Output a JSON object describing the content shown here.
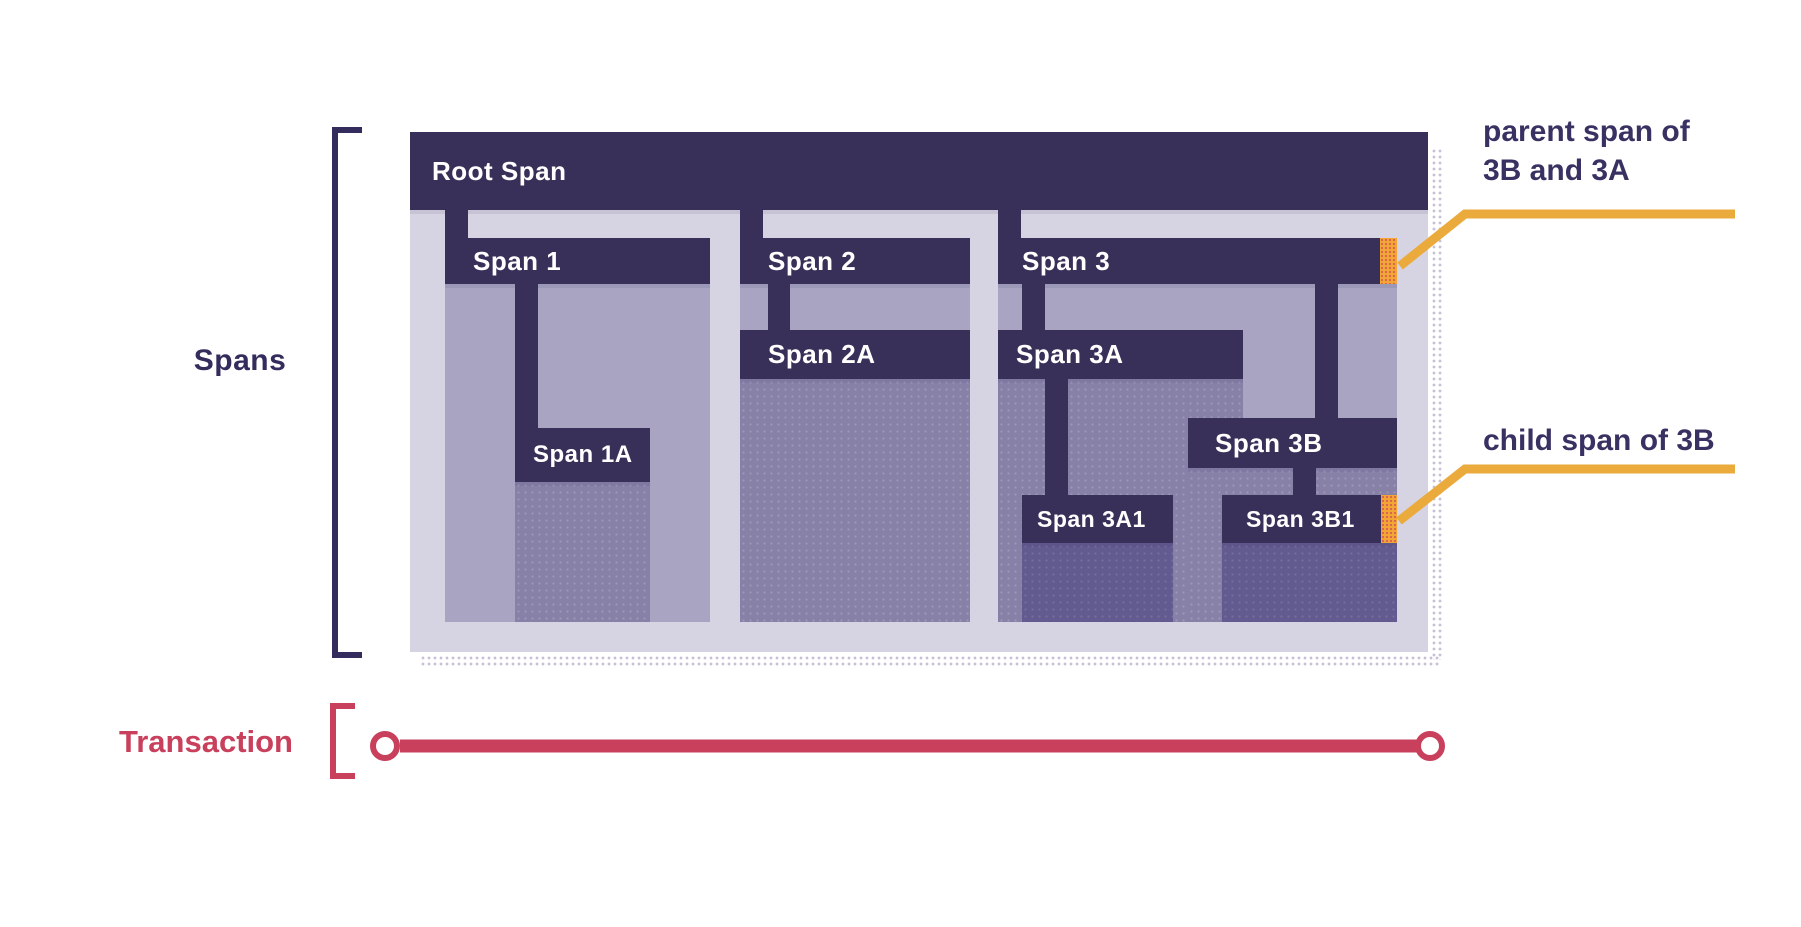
{
  "diagram": {
    "spans_label": "Spans",
    "transaction_label": "Transaction",
    "root_span": {
      "label": "Root Span"
    },
    "spans": {
      "s1": "Span 1",
      "s1a": "Span 1A",
      "s2": "Span 2",
      "s2a": "Span 2A",
      "s3": "Span 3",
      "s3a": "Span 3A",
      "s3b": "Span 3B",
      "s3a1": "Span 3A1",
      "s3b1": "Span 3B1"
    },
    "annotations": {
      "parent": {
        "line1": "parent span of",
        "line2": "3B and 3A"
      },
      "child": {
        "line1": "child span of 3B"
      }
    },
    "colors": {
      "span_bar_navy": "#393059",
      "container_lavender": "#D6D4E3",
      "body_level1": "#A8A4C2",
      "body_level2": "#8781A8",
      "body_level3": "#625B8F",
      "highlight_marker_orange": "#F2A636",
      "callout_line_yellow": "#EAAA3C",
      "annotation_text_navy": "#3A3163",
      "transaction_red": "#C8405C"
    }
  }
}
